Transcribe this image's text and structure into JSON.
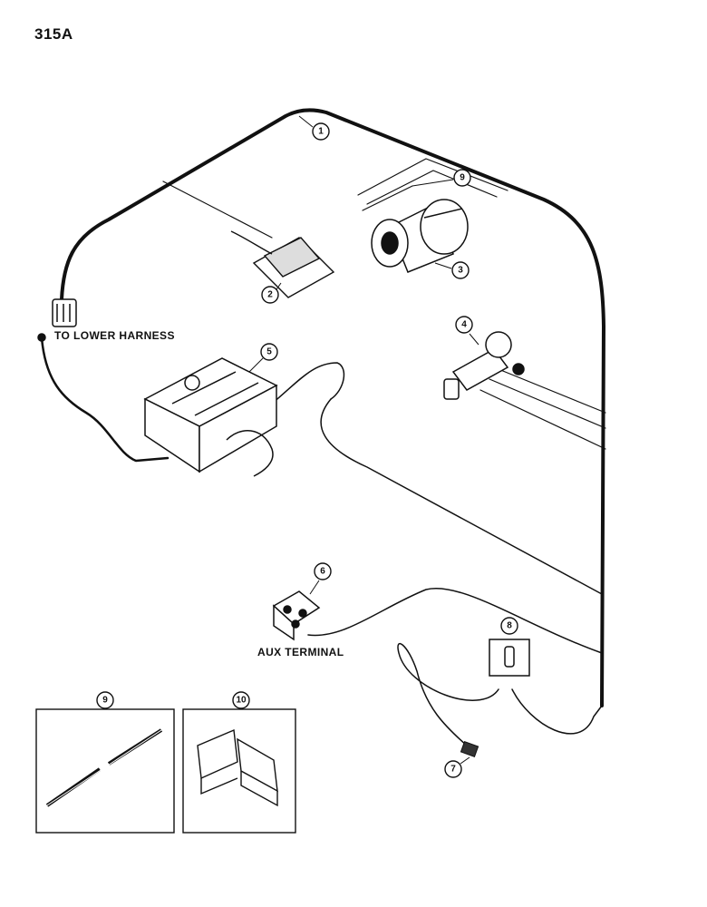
{
  "page": {
    "number": "315A"
  },
  "labels": {
    "to_lower_harness": "TO LOWER HARNESS",
    "aux_terminal": "AUX TERMINAL"
  },
  "callouts": [
    {
      "id": "c1",
      "number": "1"
    },
    {
      "id": "c2",
      "number": "2"
    },
    {
      "id": "c3",
      "number": "3"
    },
    {
      "id": "c4",
      "number": "4"
    },
    {
      "id": "c5",
      "number": "5"
    },
    {
      "id": "c6",
      "number": "6"
    },
    {
      "id": "c7",
      "number": "7"
    },
    {
      "id": "c8",
      "number": "8"
    },
    {
      "id": "c9",
      "number": "9"
    },
    {
      "id": "c9b",
      "number": "9"
    },
    {
      "id": "c10",
      "number": "10"
    }
  ],
  "colors": {
    "ink": "#111111",
    "paper": "#ffffff"
  }
}
